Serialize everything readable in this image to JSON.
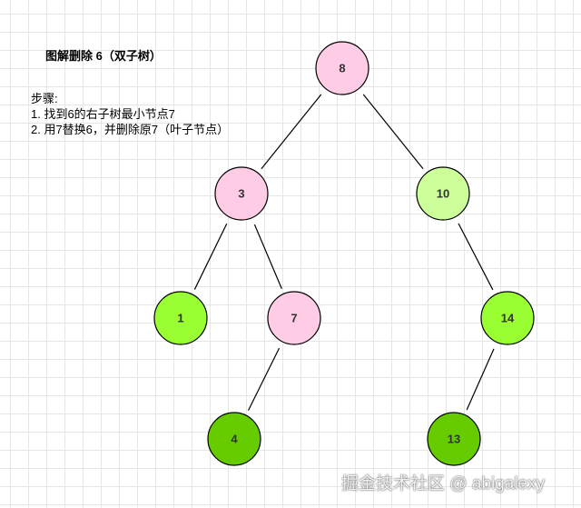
{
  "title": "图解删除 6（双子树）",
  "steps": {
    "heading": "步骤:",
    "items": [
      "1. 找到6的右子树最小节点7",
      "2. 用7替换6，并删除原7（叶子节点）"
    ]
  },
  "tree": {
    "nodes": [
      {
        "id": "n8",
        "label": "8",
        "fill": "#ffcce6"
      },
      {
        "id": "n3",
        "label": "3",
        "fill": "#ffcce6"
      },
      {
        "id": "n10",
        "label": "10",
        "fill": "#ccff99"
      },
      {
        "id": "n1",
        "label": "1",
        "fill": "#99ff33"
      },
      {
        "id": "n7",
        "label": "7",
        "fill": "#ffcce6"
      },
      {
        "id": "n14",
        "label": "14",
        "fill": "#99ff33"
      },
      {
        "id": "n4",
        "label": "4",
        "fill": "#66cc00"
      },
      {
        "id": "n13",
        "label": "13",
        "fill": "#66cc00"
      }
    ],
    "edges": [
      {
        "from": "n8",
        "to": "n3"
      },
      {
        "from": "n8",
        "to": "n10"
      },
      {
        "from": "n3",
        "to": "n1"
      },
      {
        "from": "n3",
        "to": "n7"
      },
      {
        "from": "n10",
        "to": "n14"
      },
      {
        "from": "n7",
        "to": "n4"
      },
      {
        "from": "n14",
        "to": "n13"
      }
    ]
  },
  "watermark": "掘金技术社区 @ abigalexy"
}
